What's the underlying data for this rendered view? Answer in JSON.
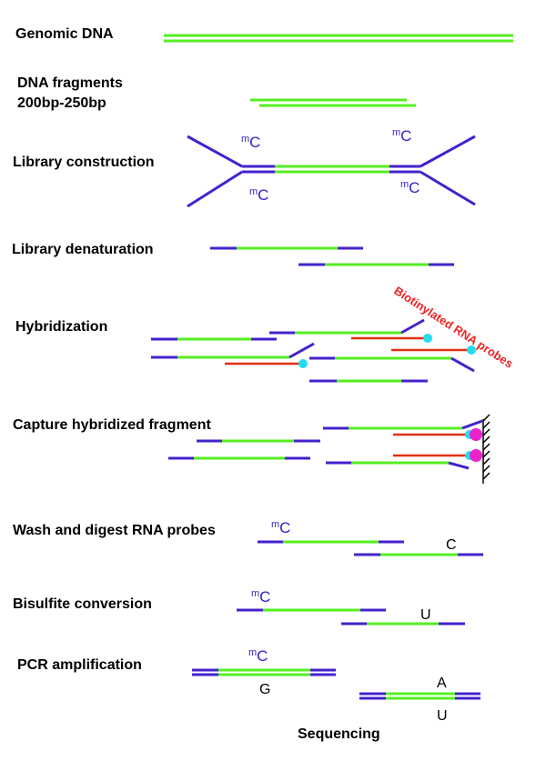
{
  "steps": {
    "genomic_dna": "Genomic DNA",
    "dna_fragments_line1": "DNA fragments",
    "dna_fragments_line2": "200bp-250bp",
    "library_construction": "Library construction",
    "library_denaturation": "Library denaturation",
    "hybridization": "Hybridization",
    "capture": "Capture hybridized fragment",
    "wash_digest": "Wash and digest RNA probes",
    "bisulfite": "Bisulfite conversion",
    "pcr": "PCR amplification",
    "sequencing": "Sequencing"
  },
  "labels": {
    "methyl_sup": "m",
    "methyl_base": "C",
    "base_c": "C",
    "base_u": "U",
    "base_g": "G",
    "base_a": "A",
    "probe_label": "Biotinylated RNA probes"
  },
  "colors": {
    "dna": "#55ee22",
    "adapter": "#4422cc",
    "probe": "#e03010",
    "biotin": "#22ddee",
    "bead": "#ee22cc",
    "methyl_text": "#3322cc",
    "probe_text": "#ee2222"
  }
}
